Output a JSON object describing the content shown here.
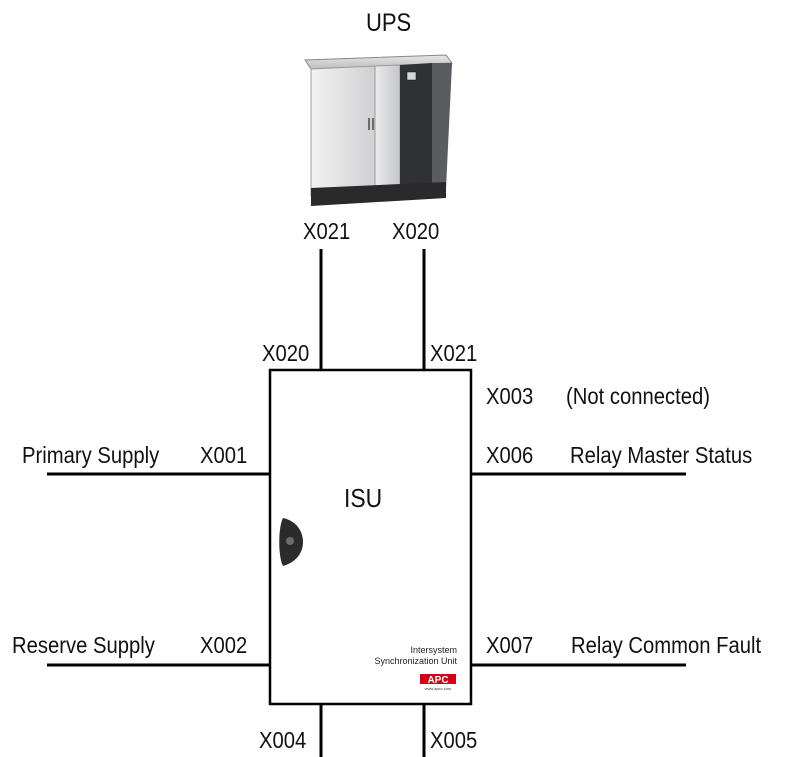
{
  "ups": {
    "title": "UPS",
    "port_left": "X021",
    "port_right": "X020"
  },
  "isu": {
    "title": "ISU",
    "port_top_left": "X020",
    "port_top_right": "X021",
    "port_x003": "X003",
    "x003_note": "(Not connected)",
    "port_x001": "X001",
    "port_x006": "X006",
    "port_x002": "X002",
    "port_x007": "X007",
    "port_x004": "X004",
    "port_x005": "X005",
    "nameplate_line1": "Intersystem",
    "nameplate_line2": "Synchronization Unit",
    "brand": "APC",
    "brand_url": "www.apcc.com"
  },
  "connections": {
    "primary_supply": "Primary Supply",
    "reserve_supply": "Reserve Supply",
    "relay_master_status": "Relay Master Status",
    "relay_common_fault": "Relay Common Fault"
  },
  "colors": {
    "line": "#000000",
    "brand": "#d4001a",
    "cabinet_dark": "#2f3033"
  }
}
